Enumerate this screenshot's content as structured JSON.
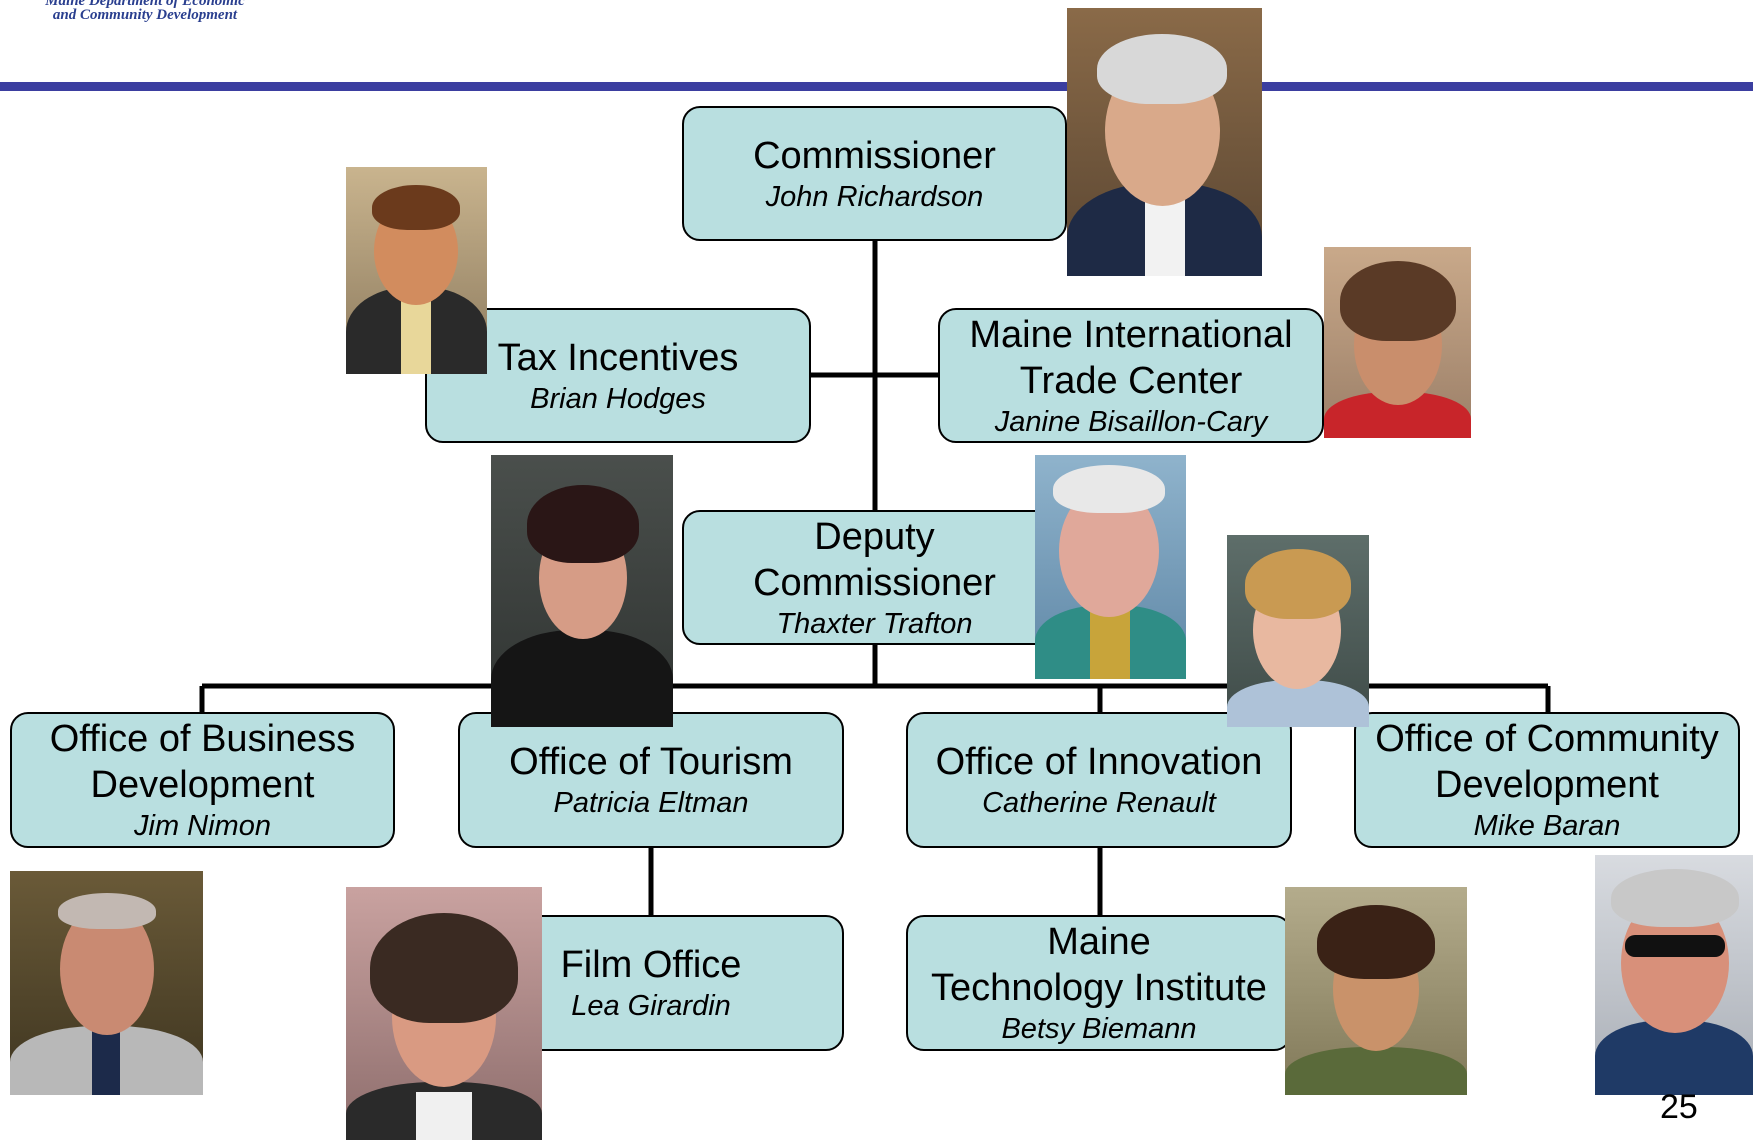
{
  "logo": {
    "line1": "Maine Department of Economic",
    "line2": "and Community Development"
  },
  "org": {
    "commissioner": {
      "title": "Commissioner",
      "name": "John Richardson"
    },
    "tax": {
      "title": "Tax Incentives",
      "name": "Brian Hodges"
    },
    "trade": {
      "title": "Maine International\nTrade Center",
      "name": "Janine Bisaillon-Cary"
    },
    "deputy": {
      "title": "Deputy\nCommissioner",
      "name": "Thaxter Trafton"
    },
    "business": {
      "title": "Office of Business\nDevelopment",
      "name": "Jim Nimon"
    },
    "tourism": {
      "title": "Office of Tourism",
      "name": "Patricia Eltman"
    },
    "innovation": {
      "title": "Office of Innovation",
      "name": "Catherine Renault"
    },
    "community": {
      "title": "Office of Community\nDevelopment",
      "name": "Mike Baran"
    },
    "film": {
      "title": "Film Office",
      "name": "Lea Girardin"
    },
    "mti": {
      "title": "Maine\nTechnology Institute",
      "name": "Betsy Biemann"
    }
  },
  "page_number": "25",
  "colors": {
    "box_fill": "#b9dfe0",
    "rule": "#3b3ea0",
    "logo_text": "#2a3f8f"
  }
}
